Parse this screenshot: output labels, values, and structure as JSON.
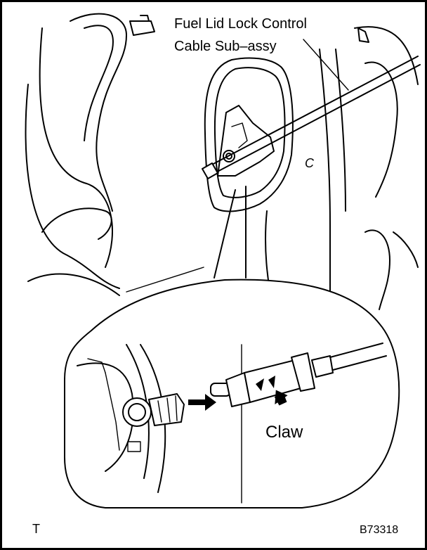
{
  "labels": {
    "part_line1": "Fuel Lid Lock Control",
    "part_line2": "Cable Sub–assy",
    "claw": "Claw",
    "c_mark": "C",
    "corner_mark": "T",
    "figure_id": "B73318"
  }
}
